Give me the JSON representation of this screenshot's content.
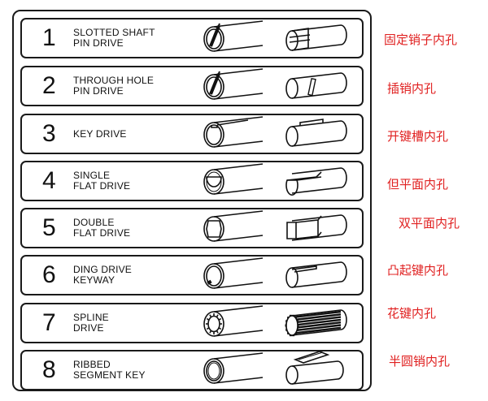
{
  "rows": [
    {
      "num": "1",
      "line1": "SLOTTED SHAFT",
      "line2": "PIN DRIVE",
      "cn": "固定销子内孔",
      "type": "slotted_pin"
    },
    {
      "num": "2",
      "line1": "THROUGH HOLE",
      "line2": "PIN DRIVE",
      "cn": "插销内孔",
      "type": "through_pin"
    },
    {
      "num": "3",
      "line1": "KEY DRIVE",
      "line2": "",
      "cn": "开键槽内孔",
      "type": "key"
    },
    {
      "num": "4",
      "line1": "SINGLE",
      "line2": "FLAT DRIVE",
      "cn": "但平面内孔",
      "type": "single_flat"
    },
    {
      "num": "5",
      "line1": "DOUBLE",
      "line2": "FLAT DRIVE",
      "cn": "双平面内孔",
      "type": "double_flat"
    },
    {
      "num": "6",
      "line1": "DING DRIVE",
      "line2": "KEYWAY",
      "cn": "凸起键内孔",
      "type": "ding"
    },
    {
      "num": "7",
      "line1": "SPLINE",
      "line2": "DRIVE",
      "cn": "花键内孔",
      "type": "spline"
    },
    {
      "num": "8",
      "line1": "RIBBED",
      "line2": "SEGMENT KEY",
      "cn": "半圆销内孔",
      "type": "ribbed"
    }
  ]
}
